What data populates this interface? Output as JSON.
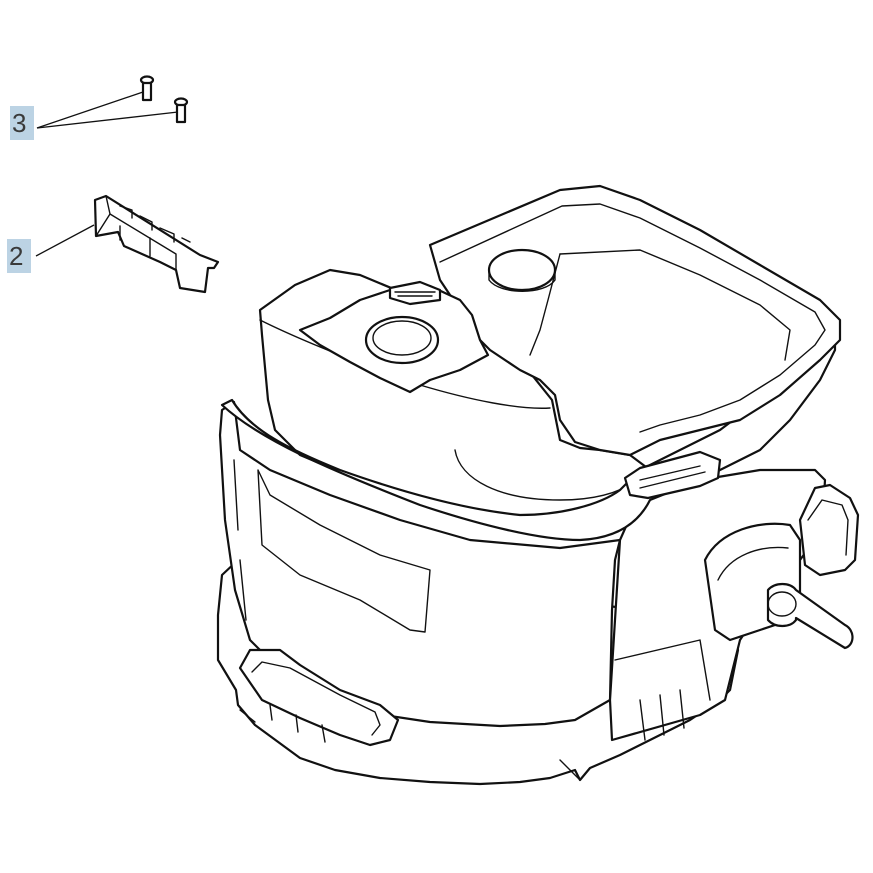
{
  "callouts": [
    {
      "id": "3",
      "label": "3"
    },
    {
      "id": "2",
      "label": "2"
    }
  ],
  "colors": {
    "callout_background": "#bcd3e4",
    "line": "#111111",
    "background": "#ffffff"
  }
}
